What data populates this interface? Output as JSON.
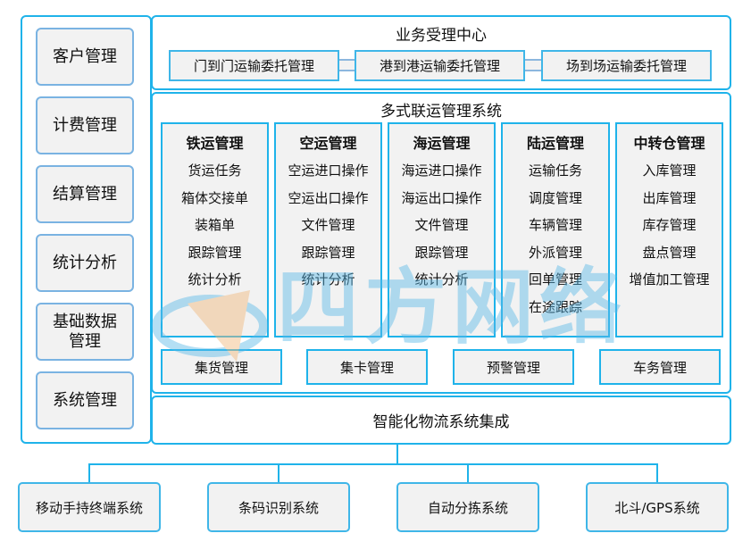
{
  "left_menu": [
    "客户管理",
    "计费管理",
    "结算管理",
    "统计分析",
    "基础数据管理",
    "系统管理"
  ],
  "business_center": {
    "title": "业务受理中心",
    "items": [
      "门到门运输委托管理",
      "港到港运输委托管理",
      "场到场运输委托管理"
    ]
  },
  "multimodal": {
    "title": "多式联运管理系统",
    "columns": [
      {
        "title": "铁运管理",
        "items": [
          "货运任务",
          "箱体交接单",
          "装箱单",
          "跟踪管理",
          "统计分析"
        ]
      },
      {
        "title": "空运管理",
        "items": [
          "空运进口操作",
          "空运出口操作",
          "文件管理",
          "跟踪管理",
          "统计分析"
        ]
      },
      {
        "title": "海运管理",
        "items": [
          "海运进口操作",
          "海运出口操作",
          "文件管理",
          "跟踪管理",
          "统计分析"
        ]
      },
      {
        "title": "陆运管理",
        "items": [
          "运输任务",
          "调度管理",
          "车辆管理",
          "外派管理",
          "回单管理",
          "在途跟踪"
        ]
      },
      {
        "title": "中转仓管理",
        "items": [
          "入库管理",
          "出库管理",
          "库存管理",
          "盘点管理",
          "增值加工管理"
        ]
      }
    ],
    "bottom": [
      "集货管理",
      "集卡管理",
      "预警管理",
      "车务管理"
    ]
  },
  "integration": {
    "title": "智能化物流系统集成"
  },
  "subsystems": [
    "移动手持终端系统",
    "条码识别系统",
    "自动分拣系统",
    "北斗/GPS系统"
  ],
  "watermark": "四方网络",
  "colors": {
    "border": "#1fb3ea",
    "fill": "#f2f2f2"
  }
}
